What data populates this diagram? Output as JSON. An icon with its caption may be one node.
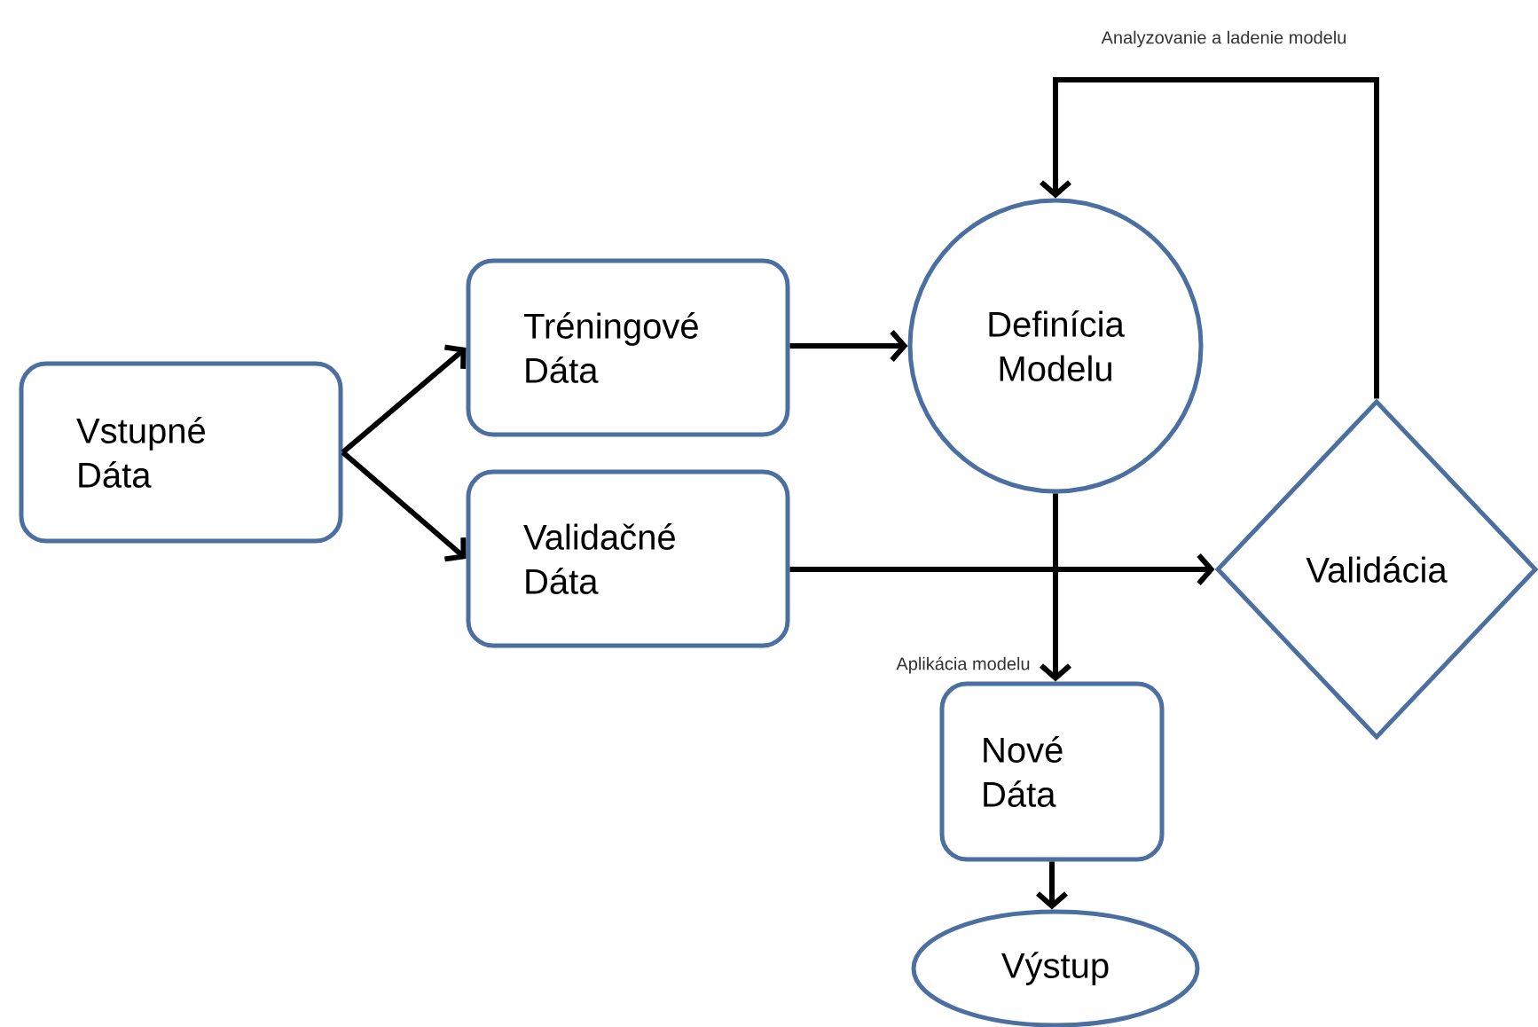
{
  "diagram": {
    "nodes": [
      {
        "text": [
          "Vstupné Dáta"
        ]
      },
      {
        "text": [
          "Tréningové Dáta"
        ]
      },
      {
        "text": [
          "Validačné Dáta"
        ]
      },
      {
        "text": [
          "Definícia Modelu"
        ]
      },
      {
        "text": [
          "Validácia"
        ]
      },
      {
        "text": [
          "Nové Dáta"
        ]
      },
      {
        "text": [
          "Výstup"
        ]
      }
    ],
    "edges": [
      {
        "from": 0,
        "to": 1,
        "arrow": "to"
      },
      {
        "from": 0,
        "to": 2,
        "arrow": "to"
      },
      {
        "from": 1,
        "to": 3,
        "arrow": "to"
      },
      {
        "from": 2,
        "to": 4,
        "arrow": "to"
      },
      {
        "from": 4,
        "to": 3,
        "arrow": "to",
        "label": "Analyzovanie a ladenie modelu"
      },
      {
        "from": 3,
        "to": 5,
        "arrow": "to",
        "label": "Aplikácia modelu"
      },
      {
        "from": 5,
        "to": 6,
        "arrow": "to"
      }
    ]
  }
}
